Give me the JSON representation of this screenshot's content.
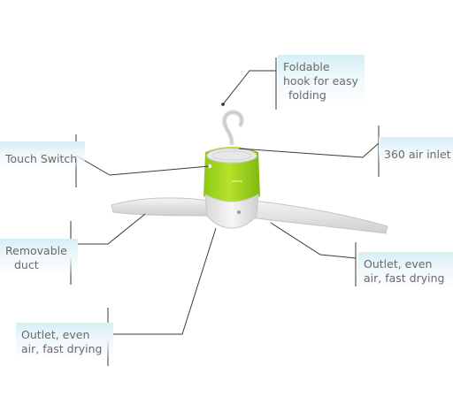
{
  "labels": {
    "hook": [
      "Foldable",
      "hook for easy",
      "folding"
    ],
    "touch_switch": "Touch Switch",
    "air_inlet": "360 air inlet",
    "duct": [
      "Removable",
      "duct"
    ],
    "outlet_right": [
      "Outlet, even",
      "air, fast drying"
    ],
    "outlet_left": [
      "Outlet, even",
      "air, fast drying"
    ]
  },
  "colors": {
    "body_green": "#a8d81f",
    "arm_grey": "#e6e6e6",
    "leader": "#3a3a3a",
    "label_bg": "#d6eef6"
  }
}
